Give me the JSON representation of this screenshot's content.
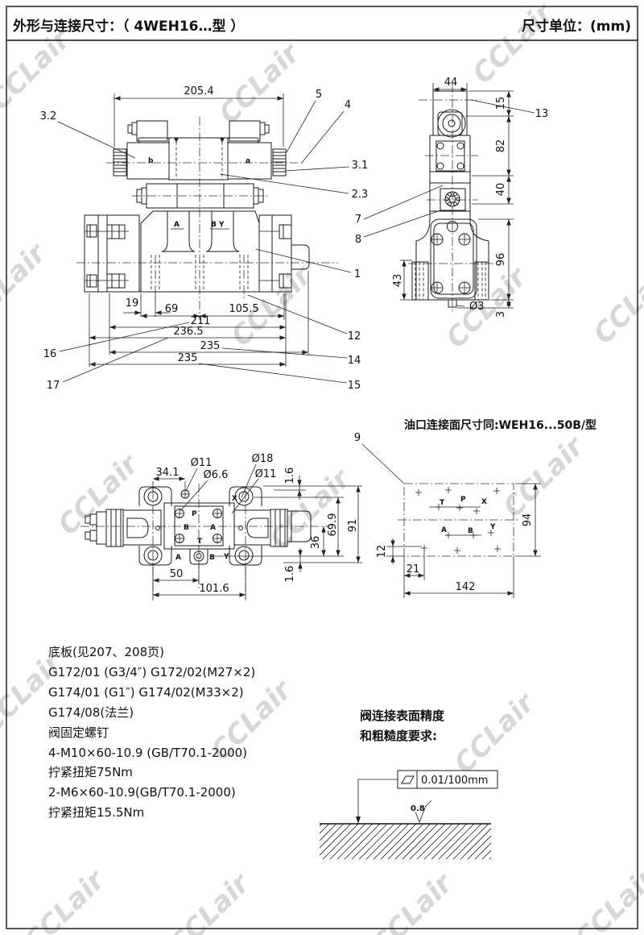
{
  "header": {
    "left": "外形与连接尺寸：（ 4WEH16…型 ）",
    "right": "尺寸单位：(mm)"
  },
  "watermark": {
    "text": "CCLair"
  },
  "front": {
    "dim_205_4": "205.4",
    "dim_19": "19",
    "dim_69": "69",
    "dim_105_5": "105.5",
    "dim_211": "211",
    "dim_236_5": "236.5",
    "dim_235_a": "235",
    "dim_235_b": "235",
    "lbl_3_2": "3.2",
    "lbl_5": "5",
    "lbl_4": "4",
    "lbl_3_1": "3.1",
    "lbl_2_3": "2.3",
    "lbl_7": "7",
    "lbl_8": "8",
    "lbl_1": "1",
    "lbl_12": "12",
    "lbl_14": "14",
    "lbl_15": "15",
    "lbl_16": "16",
    "lbl_17": "17",
    "port_a": "A",
    "port_by": "B Y",
    "sol_b": "b",
    "sol_a": "a"
  },
  "side": {
    "dim_44": "44",
    "dim_15": "15",
    "dim_82": "82",
    "dim_40": "40",
    "dim_96": "96",
    "dim_3": "3",
    "dim_43": "43",
    "dim_d3": "Ø3",
    "lbl_13": "13"
  },
  "top": {
    "dim_34_1": "34.1",
    "dim_d11_l": "Ø11",
    "dim_d6_6": "Ø6.6",
    "dim_d18": "Ø18",
    "dim_d11_r": "Ø11",
    "dim_1_6_t": "1.6",
    "dim_69_9": "69.9",
    "dim_91": "91",
    "dim_36": "36",
    "dim_1_6_b": "1.6",
    "dim_50": "50",
    "dim_101_6": "101.6",
    "port_p": "P",
    "port_t": "T",
    "port_a": "A",
    "port_b": "B",
    "port_x": "X",
    "port_a2": "A",
    "port_b2": "B",
    "port_y": "Y"
  },
  "pface": {
    "title": "油口连接面尺寸同:WEH16...50B/型",
    "lbl_9": "9",
    "dim_94": "94",
    "dim_12": "12",
    "dim_21": "21",
    "dim_142": "142",
    "port_t": "T",
    "port_p": "P",
    "port_x": "X",
    "port_a": "A",
    "port_b": "B",
    "port_y": "Y"
  },
  "notes": {
    "lines": [
      "底板(见207、208页)",
      "G172/01  (G3/4″)    G172/02(M27×2)",
      "G174/01  (G1″)    G174/02(M33×2)",
      "G174/08(法兰)",
      "阀固定螺钉",
      "4-M10×60-10.9  (GB/T70.1-2000)",
      "拧紧扭矩75Nm",
      "2-M6×60-10.9(GB/T70.1-2000)",
      "拧紧扭矩15.5Nm"
    ]
  },
  "surface": {
    "t1": "阀连接表面精度",
    "t2": "和粗糙度要求:",
    "flatness": "0.01/100mm",
    "roughness": "0.8"
  }
}
